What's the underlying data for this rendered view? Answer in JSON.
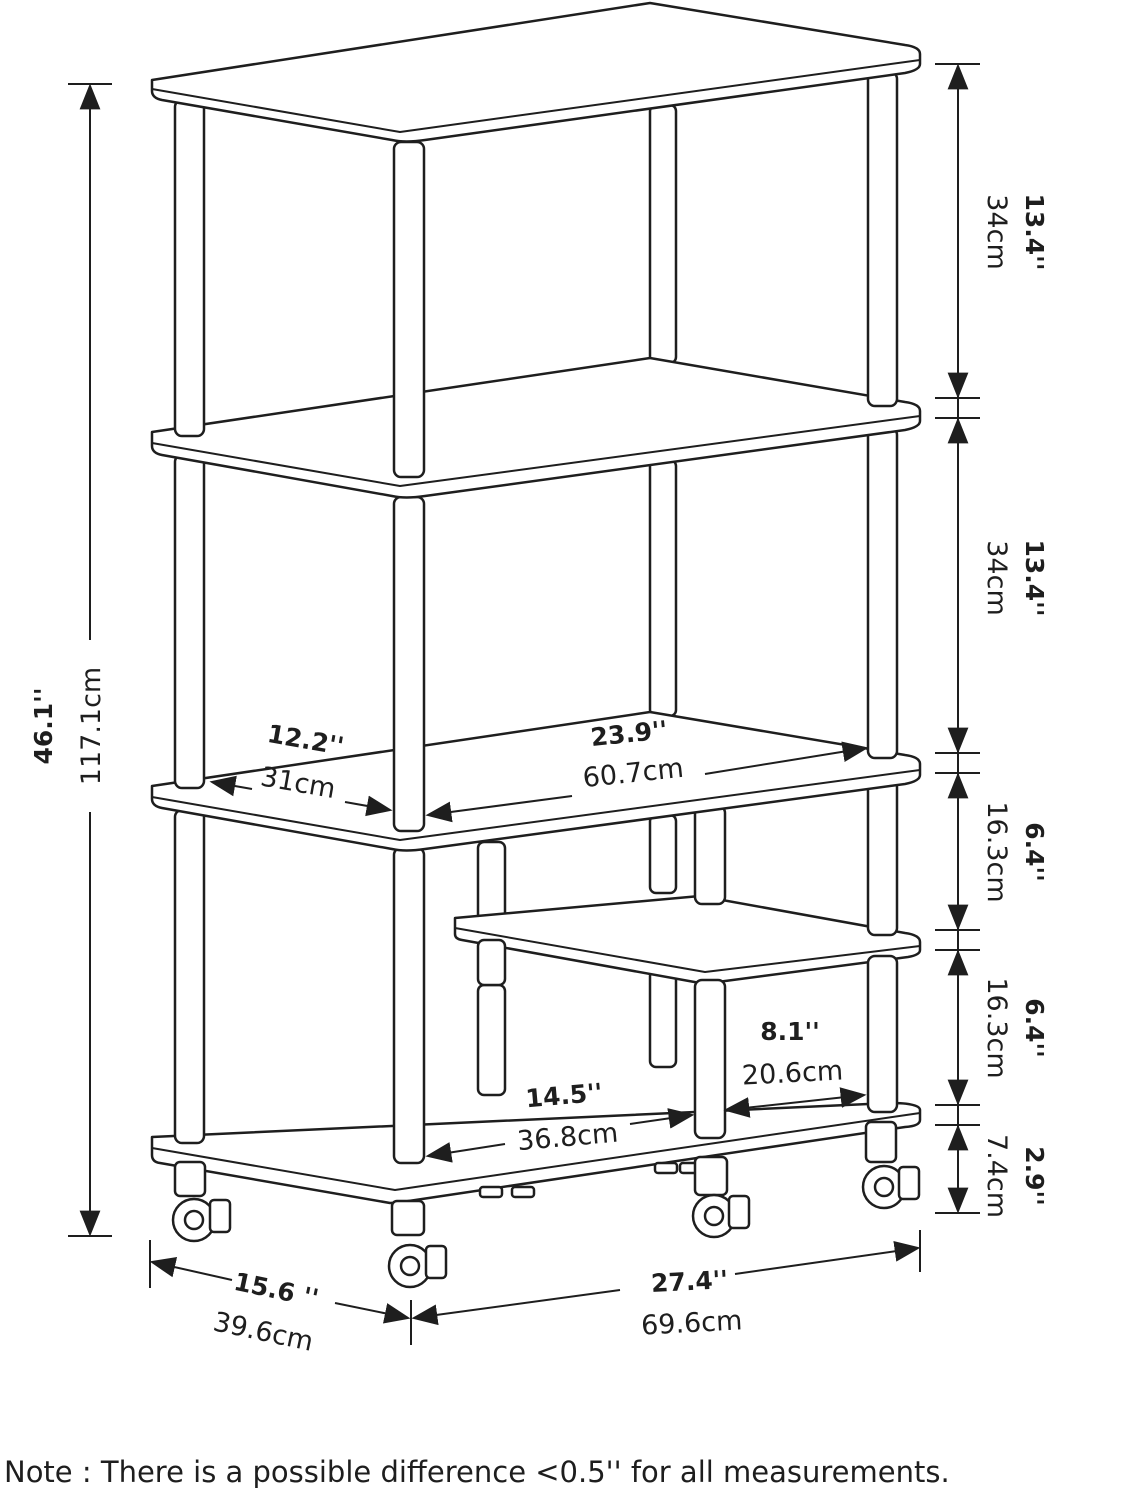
{
  "colors": {
    "line": "#1e1e1e",
    "background": "#ffffff"
  },
  "note": "Note : There is a possible difference <0.5'' for all measurements.",
  "dimensions": {
    "total_height": {
      "in": "46.1''",
      "cm": "117.1cm"
    },
    "top_gap": {
      "in": "13.4''",
      "cm": "34cm"
    },
    "second_gap": {
      "in": "13.4''",
      "cm": "34cm"
    },
    "third_gap": {
      "in": "6.4''",
      "cm": "16.3cm"
    },
    "fourth_gap": {
      "in": "6.4''",
      "cm": "16.3cm"
    },
    "bottom_gap": {
      "in": "2.9''",
      "cm": "7.4cm"
    },
    "shelf_depth": {
      "in": "12.2''",
      "cm": "31cm"
    },
    "shelf_width": {
      "in": "23.9''",
      "cm": "60.7cm"
    },
    "small_shelf_depth": {
      "in": "8.1''",
      "cm": "20.6cm"
    },
    "lower_opening_width": {
      "in": "14.5''",
      "cm": "36.8cm"
    },
    "overall_depth": {
      "in": "15.6 ''",
      "cm": "39.6cm"
    },
    "overall_width": {
      "in": "27.4''",
      "cm": "69.6cm"
    }
  }
}
